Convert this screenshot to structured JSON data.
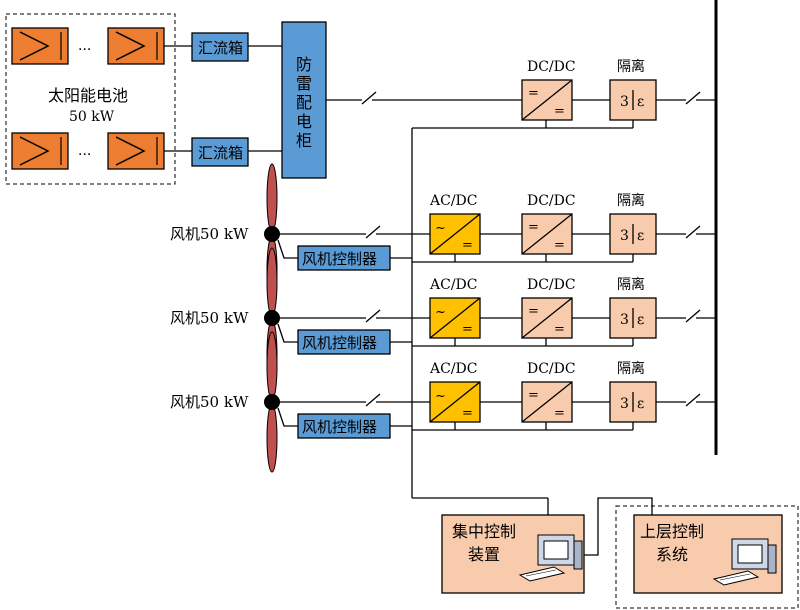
{
  "pv": {
    "label": "太阳能电池",
    "rating": "50 kW",
    "dots": "···"
  },
  "combiner": {
    "label": "汇流箱"
  },
  "lightning_cabinet": {
    "label": "防雷配电柜"
  },
  "turbine": {
    "label": "风机50 kW",
    "controller": "风机控制器"
  },
  "converters": {
    "ac_dc": "AC/DC",
    "dc_dc": "DC/DC",
    "isolation": "隔离"
  },
  "central_control": {
    "line1": "集中控制",
    "line2": "装置"
  },
  "upper_control": {
    "line1": "上层控制",
    "line2": "系统"
  }
}
